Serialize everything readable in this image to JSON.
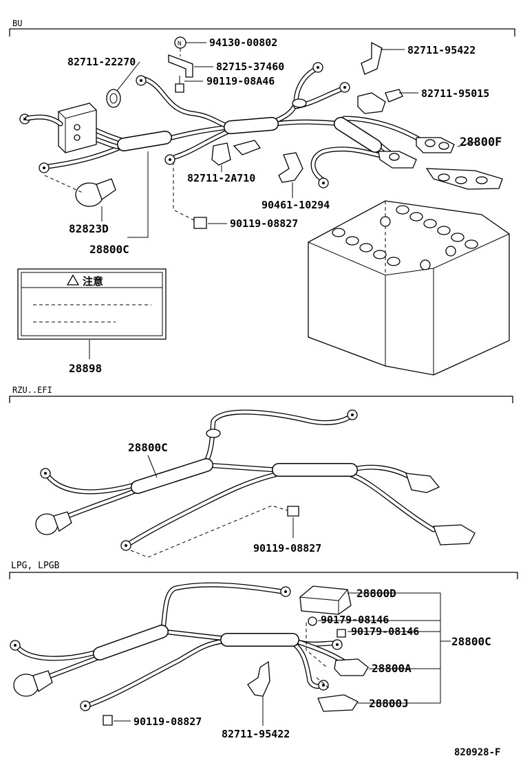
{
  "sections": {
    "bu": "BU",
    "rzu": "RZU..EFI",
    "lpg": "LPG, LPGB"
  },
  "parts": {
    "p94130": "94130-00802",
    "p82715": "82715-37460",
    "p90119a": "90119-08A46",
    "p82711_22270": "82711-22270",
    "p82711_95422_top": "82711-95422",
    "p82711_95015": "82711-95015",
    "p28800F": "28800F",
    "p82711_2A710": "82711-2A710",
    "p90461": "90461-10294",
    "p82823D": "82823D",
    "p90119_top": "90119-08827",
    "p28800C_top": "28800C",
    "p28898": "28898",
    "p28800C_mid": "28800C",
    "p90119_mid": "90119-08827",
    "p28800D": "28800D",
    "p90179_1": "90179-08146",
    "p90179_2": "90179-08146",
    "p28800C_bot": "28800C",
    "p28800A": "28800A",
    "p28800J": "28800J",
    "p90119_bot": "90119-08827",
    "p82711_95422_bot": "82711-95422"
  },
  "label": {
    "caution": "注意",
    "n_mark": "N"
  },
  "figure_id": "820928-F"
}
